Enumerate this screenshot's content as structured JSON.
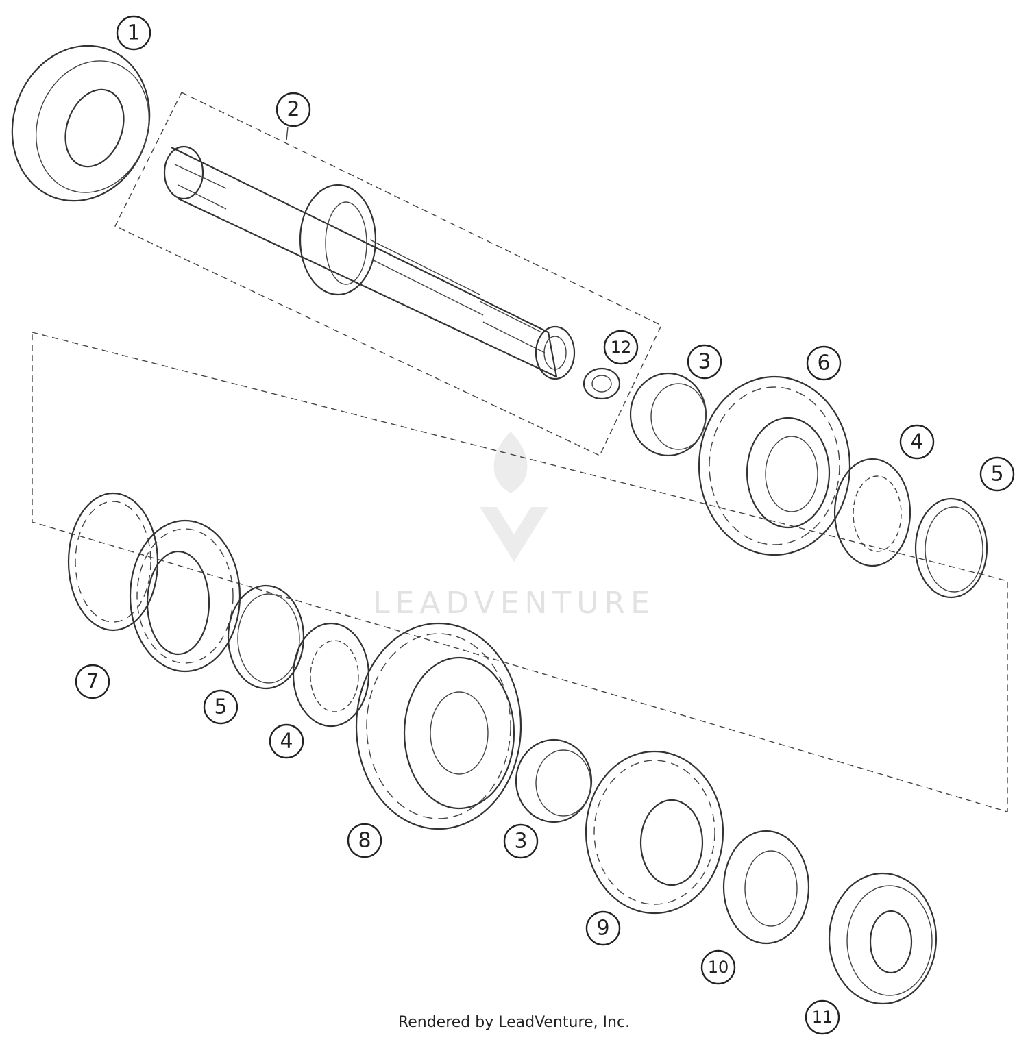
{
  "callouts": [
    "1",
    "2",
    "3",
    "4",
    "5",
    "6",
    "7",
    "8",
    "9",
    "10",
    "11",
    "12"
  ],
  "watermark": "LEADVENTURE",
  "footer": "Rendered by LeadVenture, Inc."
}
